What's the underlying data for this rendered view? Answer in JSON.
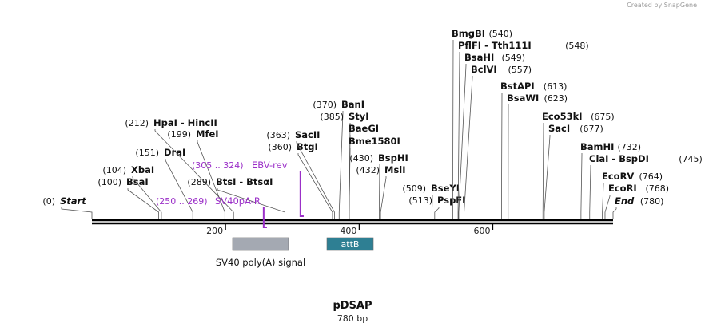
{
  "credit": {
    "prefix": "Created by",
    "brand": "SnapGene"
  },
  "plasmid": {
    "name": "pDSAP",
    "length_text": "780 bp",
    "length_bp": 780
  },
  "ruler": {
    "ticks": [
      {
        "bp": 200,
        "label": "200"
      },
      {
        "bp": 400,
        "label": "400"
      },
      {
        "bp": 600,
        "label": "600"
      }
    ]
  },
  "colors": {
    "backbone": "#000000",
    "primer": "#9b30c8",
    "feature_polyA": "#a4a9b2",
    "feature_attB": "#2e7f93",
    "cutter_line": "#555555"
  },
  "features": [
    {
      "name": "sv40_polya",
      "label": "SV40 poly(A) signal",
      "start": 250,
      "end": 371,
      "color": "#a4a9b2",
      "label_text_color": "#111111",
      "inside_label": ""
    },
    {
      "name": "attb",
      "label": "",
      "start": 400,
      "end": 470,
      "color": "#2e7f93",
      "label_text_color": "#ffffff",
      "inside_label": "attB"
    }
  ],
  "primers": [
    {
      "name": "ebv_rev",
      "label": "EBV-rev",
      "range": "(305 .. 324)",
      "start": 305,
      "end": 324,
      "direction": "reverse"
    },
    {
      "name": "sv40pa_r",
      "label": "SV40pA-R",
      "range": "(250 .. 269)",
      "start": 250,
      "end": 269,
      "direction": "reverse"
    }
  ],
  "sites": [
    {
      "pos": "(0)",
      "name": "Start",
      "bp": 0,
      "italic": true
    },
    {
      "pos": "(100)",
      "name": "BsaI",
      "bp": 100
    },
    {
      "pos": "(104)",
      "name": "XbaI",
      "bp": 104
    },
    {
      "pos": "(151)",
      "name": "DraI",
      "bp": 151
    },
    {
      "pos": "(199)",
      "name": "MfeI",
      "bp": 199
    },
    {
      "pos": "(212)",
      "name": "HpaI  -  HincII",
      "bp": 212
    },
    {
      "pos": "(289)",
      "name": "BtsI  -  BtsαI",
      "bp": 289
    },
    {
      "pos": "(360)",
      "name": "BtgI",
      "bp": 360
    },
    {
      "pos": "(363)",
      "name": "SacII",
      "bp": 363
    },
    {
      "pos": "(370)",
      "name": "BanI",
      "bp": 370
    },
    {
      "pos": "(385)",
      "name": "StyI",
      "bp": 385
    },
    {
      "pos": "",
      "name": "BaeGI",
      "bp": 385
    },
    {
      "pos": "",
      "name": "Bme1580I",
      "bp": 385
    },
    {
      "pos": "(430)",
      "name": "BspHI",
      "bp": 430
    },
    {
      "pos": "(432)",
      "name": "MslI",
      "bp": 432
    },
    {
      "pos": "(509)",
      "name": "BseYI",
      "bp": 509
    },
    {
      "pos": "(513)",
      "name": "PspFI",
      "bp": 513
    },
    {
      "pos": "(540)",
      "name": "BmgBI",
      "bp": 540
    },
    {
      "pos": "(548)",
      "name": "PflFI  -  Tth111I",
      "bp": 548
    },
    {
      "pos": "(549)",
      "name": "BsaHI",
      "bp": 549
    },
    {
      "pos": "(557)",
      "name": "BclVI",
      "bp": 557
    },
    {
      "pos": "(613)",
      "name": "BstAPI",
      "bp": 613
    },
    {
      "pos": "(623)",
      "name": "BsaWI",
      "bp": 623
    },
    {
      "pos": "(675)",
      "name": "Eco53kI",
      "bp": 675
    },
    {
      "pos": "(677)",
      "name": "SacI",
      "bp": 677
    },
    {
      "pos": "(732)",
      "name": "BamHI",
      "bp": 732
    },
    {
      "pos": "(745)",
      "name": "ClaI  -  BspDI",
      "bp": 745
    },
    {
      "pos": "(764)",
      "name": "EcoRV",
      "bp": 764
    },
    {
      "pos": "(768)",
      "name": "EcoRI",
      "bp": 768
    },
    {
      "pos": "(780)",
      "name": "End",
      "bp": 780,
      "italic": true
    }
  ]
}
